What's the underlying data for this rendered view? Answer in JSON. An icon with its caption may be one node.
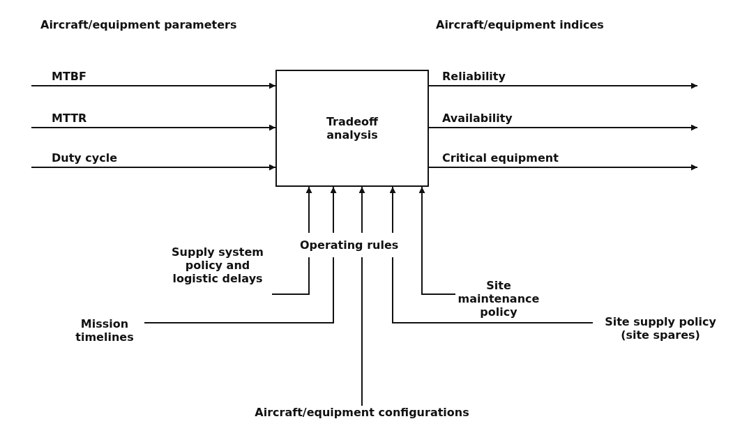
{
  "diagram": {
    "nodes": [
      {
        "text": [
          "Tradeoff analysis"
        ]
      },
      {
        "text": [
          "Supply system policy and logistic delays"
        ]
      },
      {
        "text": [
          "Mission timelines"
        ]
      },
      {
        "text": [
          "Aircraft/equipment configurations"
        ]
      },
      {
        "text": [
          "Site maintenance policy"
        ]
      },
      {
        "text": [
          "Site supply policy (site spares)"
        ]
      }
    ],
    "edges": [
      {
        "from": null,
        "to": 0,
        "arrow": "to",
        "label": "MTBF"
      },
      {
        "from": null,
        "to": 0,
        "arrow": "to",
        "label": "MTTR"
      },
      {
        "from": null,
        "to": 0,
        "arrow": "to",
        "label": "Duty cycle"
      },
      {
        "from": 0,
        "to": null,
        "arrow": "to",
        "label": "Reliability"
      },
      {
        "from": 0,
        "to": null,
        "arrow": "to",
        "label": "Availability"
      },
      {
        "from": 0,
        "to": null,
        "arrow": "to",
        "label": "Critical equipment"
      },
      {
        "from": 1,
        "to": 0,
        "arrow": "to"
      },
      {
        "from": 2,
        "to": 0,
        "arrow": "to"
      },
      {
        "from": 3,
        "to": 0,
        "arrow": "to"
      },
      {
        "from": 5,
        "to": 0,
        "arrow": "to"
      },
      {
        "from": 4,
        "to": 0,
        "arrow": "to"
      }
    ],
    "labels": [
      "Aircraft/equipment parameters",
      "Aircraft/equipment indices",
      "Operating rules"
    ]
  }
}
